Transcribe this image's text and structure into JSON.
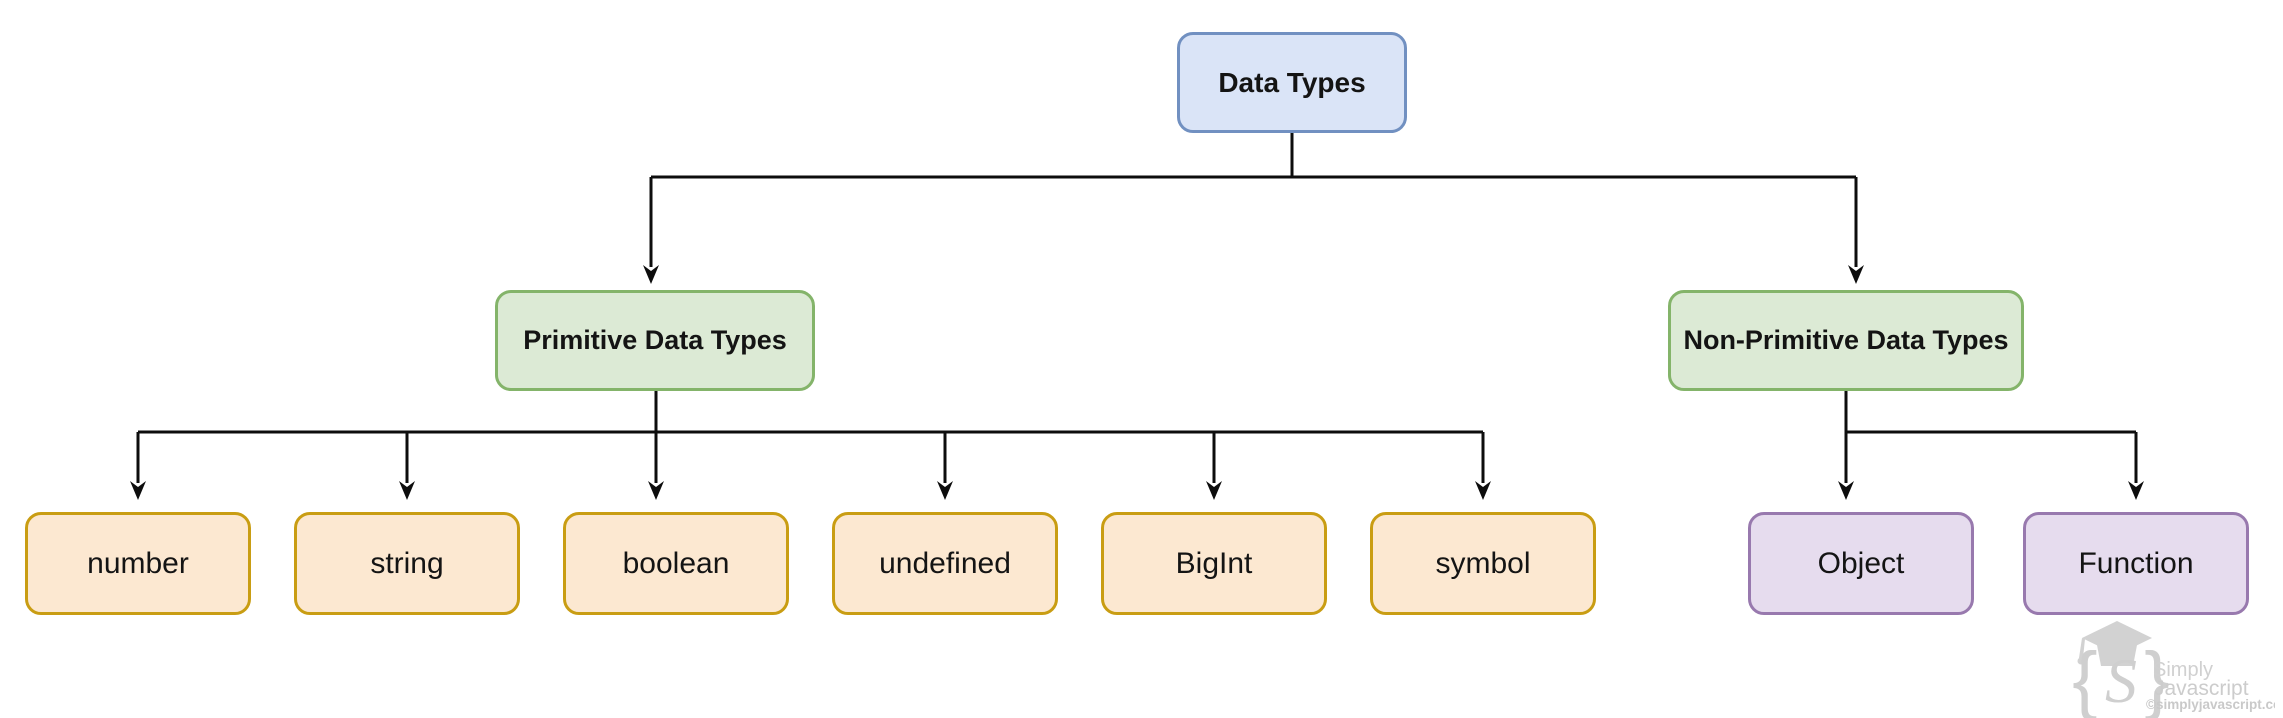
{
  "diagram": {
    "root": {
      "label": "Data Types"
    },
    "categories": [
      {
        "id": "primitive",
        "label": "Primitive Data Types"
      },
      {
        "id": "non_primitive",
        "label": "Non-Primitive Data Types"
      }
    ],
    "primitive_children": [
      {
        "label": "number"
      },
      {
        "label": "string"
      },
      {
        "label": "boolean"
      },
      {
        "label": "undefined"
      },
      {
        "label": "BigInt"
      },
      {
        "label": "symbol"
      }
    ],
    "non_primitive_children": [
      {
        "label": "Object"
      },
      {
        "label": "Function"
      }
    ],
    "colors": {
      "root_fill": "#dae4f7",
      "root_stroke": "#7190c1",
      "category_fill": "#dcead5",
      "category_stroke": "#84b46a",
      "primitive_leaf_fill": "#fce8d1",
      "primitive_leaf_stroke": "#c99d13",
      "non_primitive_leaf_fill": "#e6dcee",
      "non_primitive_leaf_stroke": "#9879ae",
      "connector": "#0d0d0d",
      "text": "#141414",
      "watermark": "#cfcfcf"
    }
  },
  "watermark": {
    "monogram_open": "{",
    "monogram_letter": "S",
    "monogram_close": "}",
    "line1": "Simply",
    "line2": "Javascript",
    "line3": "©simplyjavascript.com"
  }
}
